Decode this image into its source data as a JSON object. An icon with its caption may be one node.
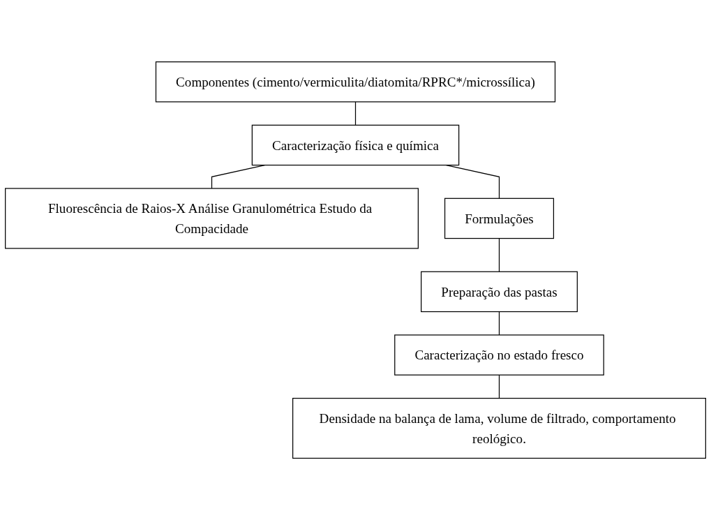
{
  "diagram": {
    "nodes": [
      {
        "text": [
          "Componentes (cimento/vermiculita/diatomita/RPRC*/microssílica)"
        ]
      },
      {
        "text": [
          "Caracterização física e química"
        ]
      },
      {
        "text": [
          "Fluorescência de Raios-X Análise Granulométrica Estudo da Compacidade"
        ]
      },
      {
        "text": [
          "Formulações"
        ]
      },
      {
        "text": [
          "Preparação das pastas"
        ]
      },
      {
        "text": [
          "Caracterização no estado fresco"
        ]
      },
      {
        "text": [
          "Densidade na balança de lama, volume de filtrado, comportamento reológico."
        ]
      }
    ],
    "edges": [
      {
        "from": 0,
        "to": 1,
        "arrow": "none"
      },
      {
        "from": 1,
        "to": 2,
        "arrow": "none"
      },
      {
        "from": 1,
        "to": 3,
        "arrow": "none"
      },
      {
        "from": 3,
        "to": 4,
        "arrow": "none"
      },
      {
        "from": 4,
        "to": 5,
        "arrow": "none"
      },
      {
        "from": 5,
        "to": 6,
        "arrow": "none"
      }
    ]
  }
}
